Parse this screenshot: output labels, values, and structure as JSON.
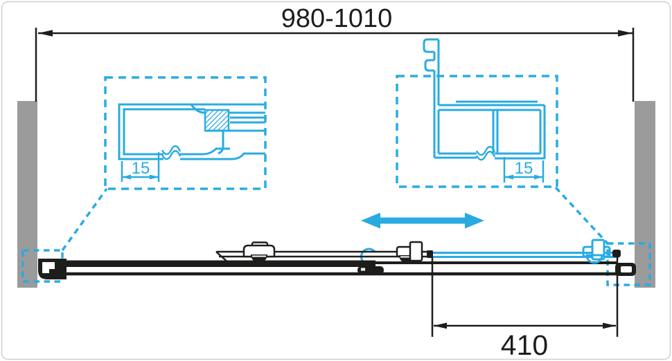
{
  "dimensions": {
    "overall_width": "980-1010",
    "opening_width": "410",
    "left_profile_adjustment": "15",
    "right_profile_adjustment": "15"
  },
  "colors": {
    "accent": "#29ABE2",
    "line": "#1D1D1B",
    "wall": "#9B9B9B",
    "border": "#CFCFCF"
  },
  "icons": {
    "slide_direction_arrow": "double-headed-horizontal-arrow"
  }
}
